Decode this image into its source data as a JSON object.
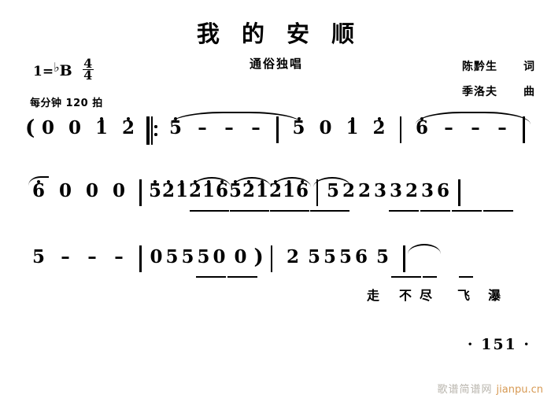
{
  "header": {
    "title": "我 的 安 顺",
    "subtitle": "通俗独唱",
    "key_label": "1=",
    "key_flat": "♭",
    "key_letter": "B",
    "time_numerator": "4",
    "time_denominator": "4",
    "tempo": "每分钟 120 拍",
    "lyricist_name": "陈黔生",
    "lyricist_role": "词",
    "composer_name": "季洛夫",
    "composer_role": "曲"
  },
  "footer": {
    "page_number": "· 151 ·",
    "watermark_cn": "歌谱简谱网",
    "watermark_url": "jianpu.cn"
  },
  "chart_data": {
    "type": "table",
    "title": "我 的 安 顺",
    "notation": "jianpu",
    "key": "bB",
    "time_signature": "4/4",
    "tempo_bpm": 120,
    "lines": [
      {
        "index": 1,
        "measures": [
          {
            "notes": [
              "(0",
              "0",
              "1",
              "2"
            ],
            "octaves": [
              0,
              0,
              1,
              1
            ]
          },
          {
            "notes": [
              "5",
              "-",
              "-",
              "-"
            ],
            "octaves": [
              1,
              0,
              0,
              0
            ]
          },
          {
            "notes": [
              "5",
              "0",
              "1",
              "2"
            ],
            "octaves": [
              1,
              0,
              1,
              1
            ]
          },
          {
            "notes": [
              "6",
              "-",
              "-",
              "-"
            ],
            "octaves": [
              1,
              0,
              0,
              0
            ]
          }
        ]
      },
      {
        "index": 2,
        "measures": [
          {
            "notes": [
              "6",
              "0",
              "0",
              "0"
            ],
            "octaves": [
              1,
              0,
              0,
              0
            ]
          },
          {
            "notes": [
              "5",
              "2",
              "1",
              "2",
              "1",
              "6",
              "5",
              "2",
              "1",
              "2",
              "1",
              "6"
            ],
            "octaves": [
              1,
              1,
              1,
              1,
              1,
              1,
              1,
              1,
              1,
              1,
              1,
              1
            ],
            "beamed": true
          },
          {
            "notes": [
              "5",
              "2",
              "2",
              "3",
              "3",
              "2",
              "3",
              "6"
            ],
            "octaves": [
              0,
              0,
              0,
              0,
              0,
              0,
              0,
              0
            ],
            "beamed": true
          }
        ]
      },
      {
        "index": 3,
        "measures": [
          {
            "notes": [
              "5",
              "-",
              "-",
              "-"
            ],
            "octaves": [
              0,
              0,
              0,
              0
            ]
          },
          {
            "notes": [
              "0",
              "5",
              "5",
              "5",
              "0",
              "0)"
            ],
            "octaves": [
              0,
              0,
              0,
              0,
              0,
              0
            ],
            "beamed": true
          },
          {
            "notes": [
              "2",
              "5",
              "5",
              "5",
              "6",
              "5"
            ],
            "octaves": [
              0,
              0,
              0,
              0,
              0,
              0
            ],
            "beamed": true
          }
        ]
      }
    ]
  },
  "line1": {
    "m1": {
      "n1": "0",
      "n2": "0",
      "n3": "1",
      "n4": "2"
    },
    "m2": {
      "n1": "5",
      "d1": "–",
      "d2": "–",
      "d3": "–"
    },
    "m3": {
      "n1": "5",
      "n2": "0",
      "n3": "1",
      "n4": "2"
    },
    "m4": {
      "n1": "6",
      "d1": "–",
      "d2": "–",
      "d3": "–"
    },
    "open_paren": "("
  },
  "line2": {
    "m1": {
      "n1": "6",
      "n2": "0",
      "n3": "0",
      "n4": "0"
    },
    "m2": {
      "t1": {
        "a": "5",
        "b": "2",
        "c": "1"
      },
      "t2": {
        "a": "2",
        "b": "1",
        "c": "6"
      },
      "t3": {
        "a": "5",
        "b": "2",
        "c": "1"
      },
      "t4": {
        "a": "2",
        "b": "1",
        "c": "6"
      }
    },
    "m3": {
      "n1": "5",
      "n2": "2",
      "n3": "2",
      "n4": "3",
      "n5": "3",
      "n6": "2",
      "n7": "3",
      "n8": "6"
    }
  },
  "line3": {
    "m1": {
      "n1": "5",
      "d1": "–",
      "d2": "–",
      "d3": "–"
    },
    "m2": {
      "n1": "0",
      "n2": "5",
      "n3": "5",
      "n4": "5",
      "n5": "0",
      "n6": "0",
      "close_paren": ")"
    },
    "m3": {
      "n1": "2",
      "n2": "5",
      "n3": "5",
      "n4": "5",
      "n5": "6",
      "n6": "5"
    },
    "lyrics": {
      "l1": "走",
      "l2": "不",
      "l3": "尽",
      "l4": "飞",
      "l5": "瀑"
    }
  }
}
